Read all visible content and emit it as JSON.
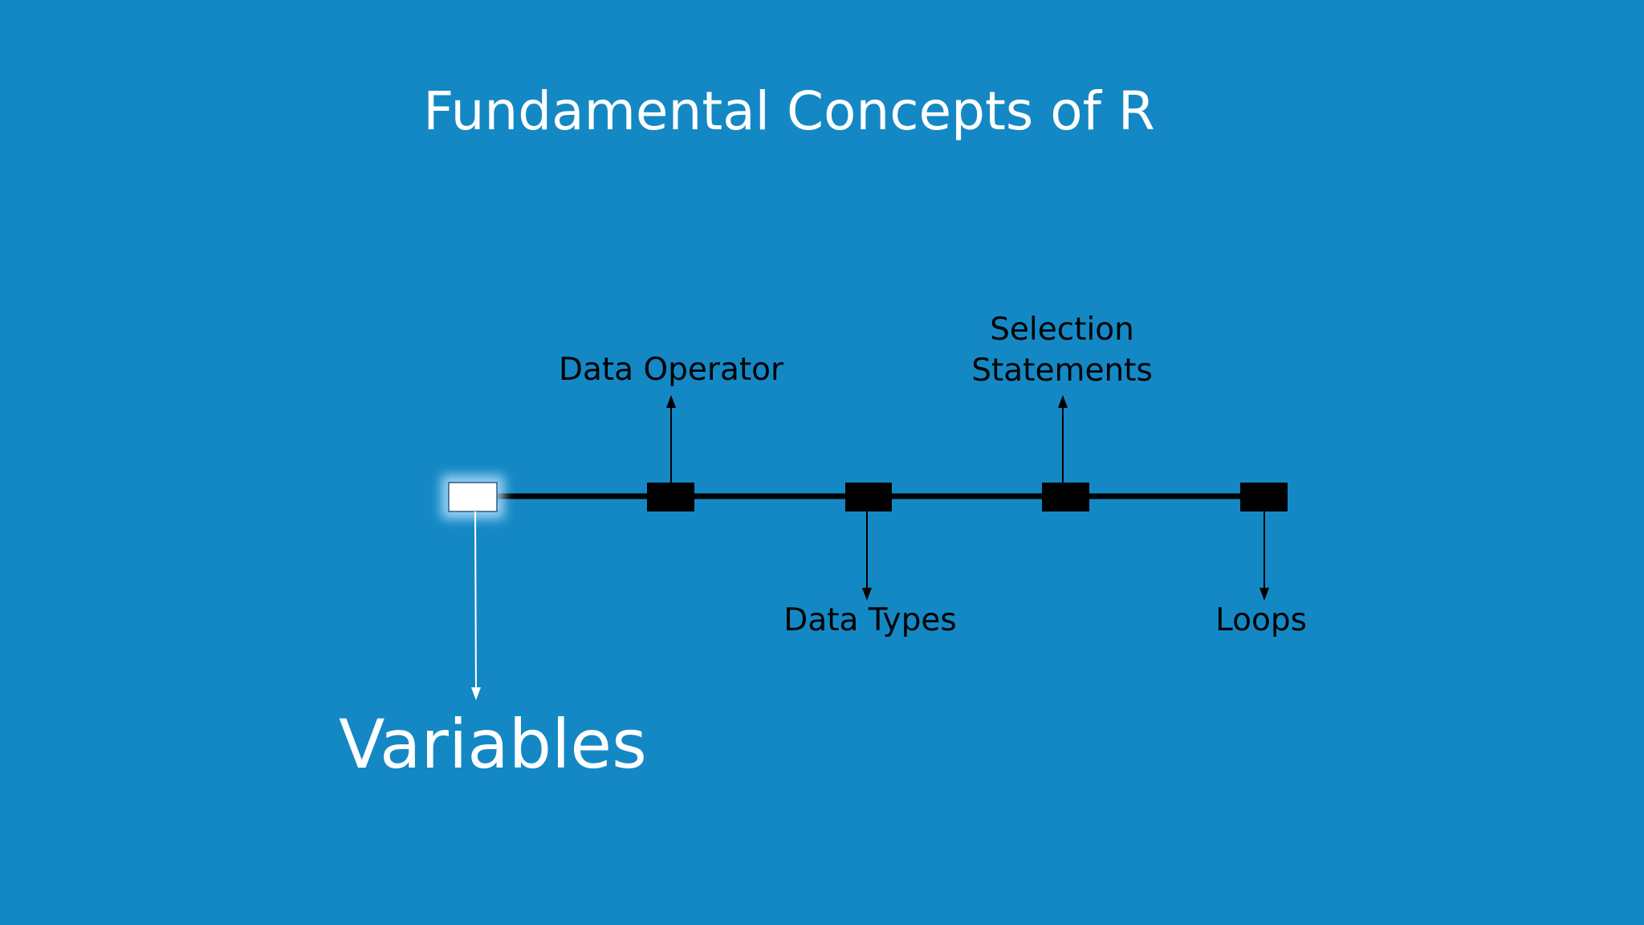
{
  "title": "Fundamental Concepts of R",
  "timeline": {
    "nodes": [
      {
        "label": "Variables",
        "active": true,
        "position": "below"
      },
      {
        "label": "Data Operator",
        "active": false,
        "position": "above"
      },
      {
        "label": "Data Types",
        "active": false,
        "position": "below"
      },
      {
        "label": "Selection Statements",
        "lines": [
          "Selection",
          "Statements"
        ],
        "active": false,
        "position": "above"
      },
      {
        "label": "Loops",
        "active": false,
        "position": "below"
      }
    ]
  },
  "colors": {
    "background": "#1488c4",
    "active_node": "#ffffff",
    "node": "#000000"
  }
}
